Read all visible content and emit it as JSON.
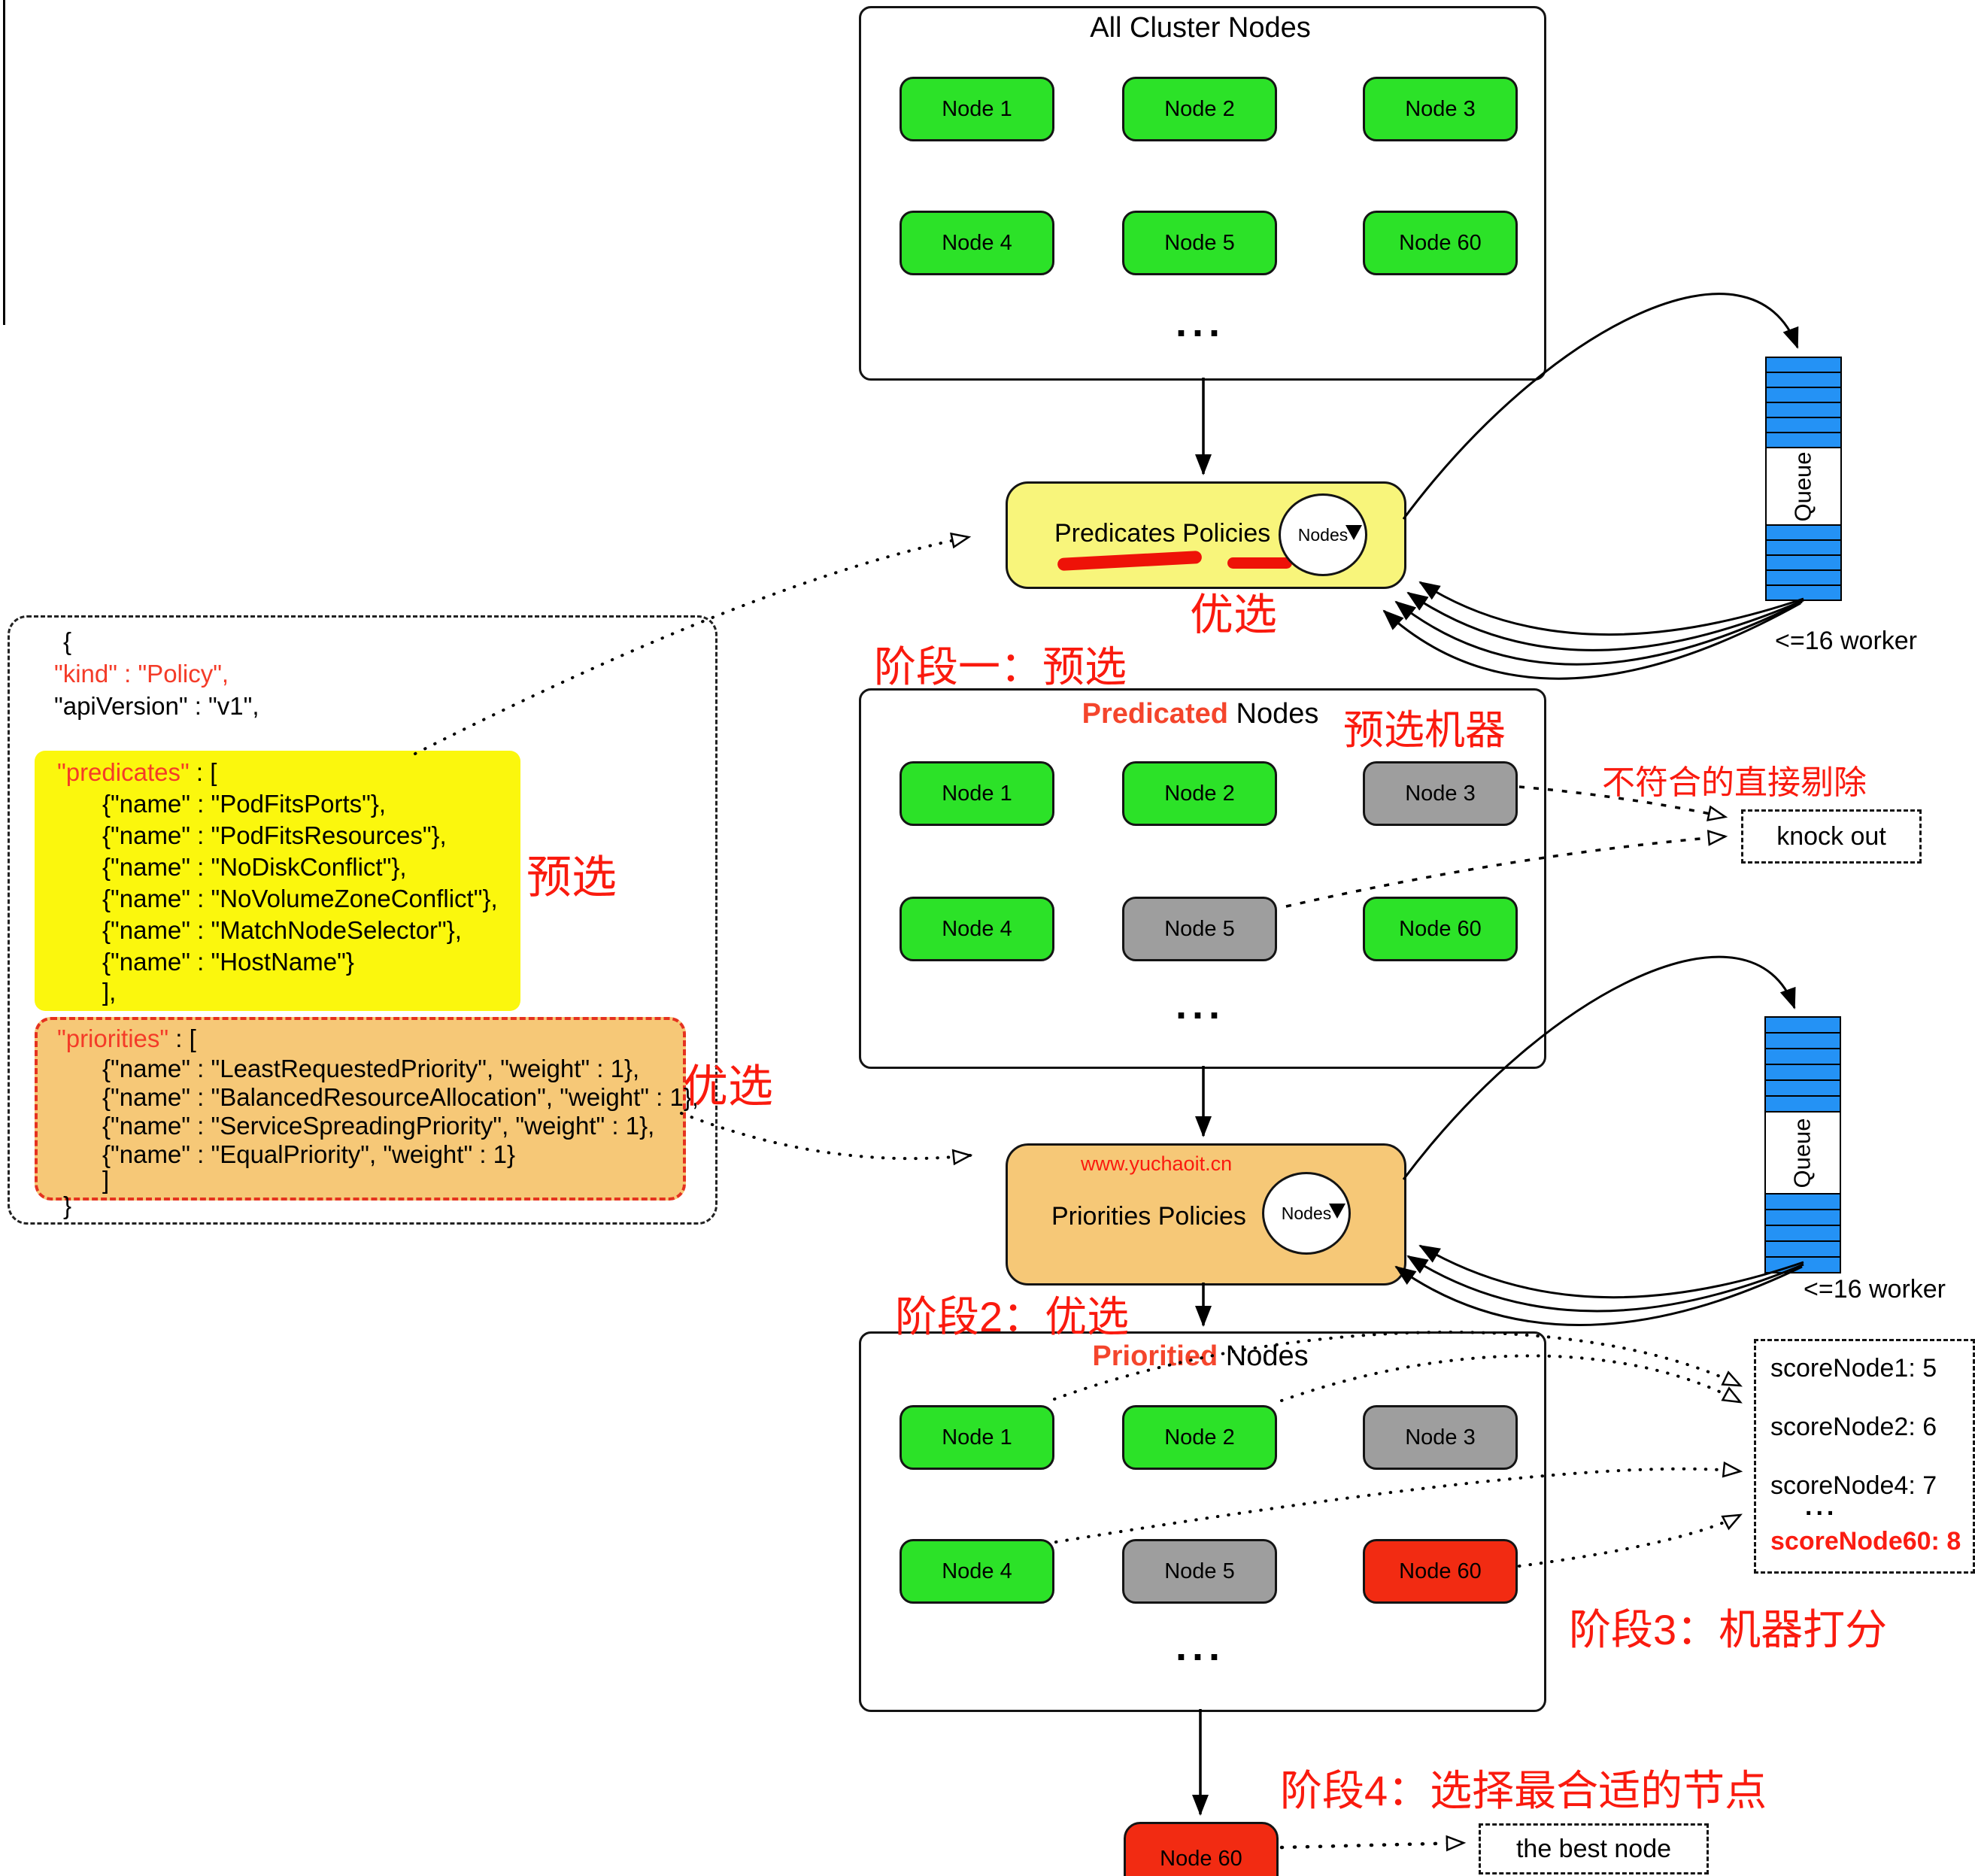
{
  "colors": {
    "green": "#2ce228",
    "gray": "#9e9e9e",
    "red": "#f22b12",
    "yellow_pill": "#f8f57b",
    "orange_pill": "#f6c877",
    "yellow_highlight": "#fbf70d",
    "queue_blue": "#2492f5",
    "red_text": "#fa1a0e",
    "accent_title": "#f4452c"
  },
  "boxes": {
    "all": {
      "title": "All Cluster Nodes",
      "nodes": [
        {
          "label": "Node 1",
          "color": "#2ce228"
        },
        {
          "label": "Node 2",
          "color": "#2ce228"
        },
        {
          "label": "Node 3",
          "color": "#2ce228"
        },
        {
          "label": "Node 4",
          "color": "#2ce228"
        },
        {
          "label": "Node 5",
          "color": "#2ce228"
        },
        {
          "label": "Node 60",
          "color": "#2ce228"
        }
      ]
    },
    "predicated": {
      "title_accent": "Predicated",
      "title_rest": " Nodes",
      "nodes": [
        {
          "label": "Node 1",
          "color": "#2ce228"
        },
        {
          "label": "Node 2",
          "color": "#2ce228"
        },
        {
          "label": "Node 3",
          "color": "#9e9e9e"
        },
        {
          "label": "Node 4",
          "color": "#2ce228"
        },
        {
          "label": "Node 5",
          "color": "#9e9e9e"
        },
        {
          "label": "Node 60",
          "color": "#2ce228"
        }
      ]
    },
    "prioritied": {
      "title_accent": "Prioritied",
      "title_rest": " Nodes",
      "nodes": [
        {
          "label": "Node 1",
          "color": "#2ce228"
        },
        {
          "label": "Node 2",
          "color": "#2ce228"
        },
        {
          "label": "Node 3",
          "color": "#9e9e9e"
        },
        {
          "label": "Node 4",
          "color": "#2ce228"
        },
        {
          "label": "Node 5",
          "color": "#9e9e9e"
        },
        {
          "label": "Node 60",
          "color": "#f22b12"
        }
      ]
    },
    "final_node": {
      "label": "Node 60",
      "color": "#f22b12"
    }
  },
  "pills": {
    "predicates": {
      "label": "Predicates Policies",
      "circle": "Nodes"
    },
    "priorities": {
      "label": "Priorities Policies",
      "circle": "Nodes",
      "site": "www.yuchaoit.cn"
    }
  },
  "queue": {
    "label": "Queue",
    "worker": "<=16 worker"
  },
  "policy": {
    "open_brace": "{",
    "kind_line": "\"kind\" : \"Policy\",",
    "api_line": "\"apiVersion\" : \"v1\",",
    "predicates_key": "\"predicates\"",
    "predicates_rest": " : [",
    "predicates_items": [
      "{\"name\" : \"PodFitsPorts\"},",
      "{\"name\" : \"PodFitsResources\"},",
      "{\"name\" : \"NoDiskConflict\"},",
      "{\"name\" : \"NoVolumeZoneConflict\"},",
      "{\"name\" : \"MatchNodeSelector\"},",
      "{\"name\" : \"HostName\"}"
    ],
    "predicates_close": "],",
    "priorities_key": "\"priorities\"",
    "priorities_rest": " : [",
    "priorities_items": [
      "{\"name\" : \"LeastRequestedPriority\", \"weight\" : 1},",
      "{\"name\" : \"BalancedResourceAllocation\", \"weight\" : 1},",
      "{\"name\" : \"ServiceSpreadingPriority\", \"weight\" : 1},",
      "{\"name\" : \"EqualPriority\", \"weight\" : 1}"
    ],
    "priorities_close": "]",
    "close_brace": "}"
  },
  "scores": {
    "line1": "scoreNode1: 5",
    "line2": "scoreNode2: 6",
    "line3": "scoreNode4: 7",
    "line60": "scoreNode60: 8"
  },
  "labels": {
    "knock_out": "knock out",
    "best_node": "the best node"
  },
  "annotations": {
    "stage1": "阶段一：预选",
    "youxuan_mid": "优选",
    "yuxuan_json": "预选",
    "youxuan_json": "优选",
    "machine_pick": "预选机器",
    "knock_note": "不符合的直接剔除",
    "stage2": "阶段2：优选",
    "stage3": "阶段3：机器打分",
    "stage4": "阶段4：选择最合适的节点"
  },
  "misc": {
    "ellipsis": "..."
  }
}
